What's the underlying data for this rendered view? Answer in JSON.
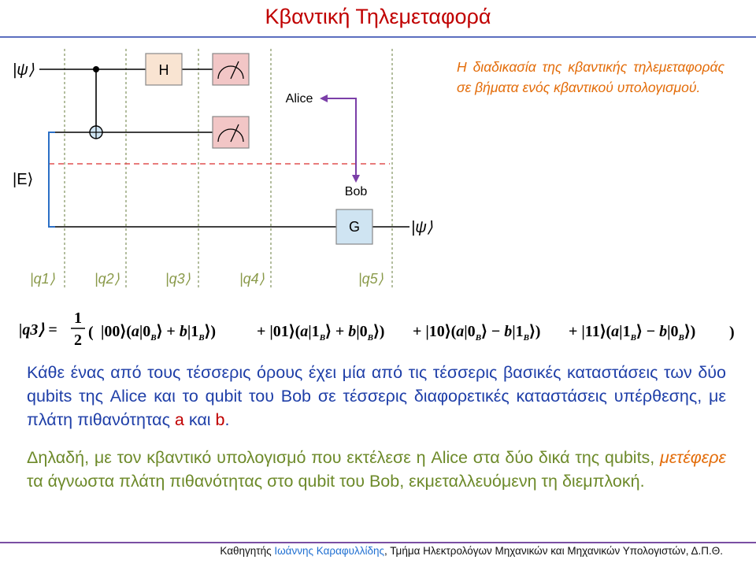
{
  "title": "Κβαντική Τηλεμεταφορά",
  "circuit": {
    "input_label": "|ψ⟩",
    "env_label": "|E⟩",
    "output_label": "|ψ⟩",
    "h_gate": "H",
    "g_gate": "G",
    "alice_label": "Alice",
    "bob_label": "Bob",
    "step_labels": [
      "|q1⟩",
      "|q2⟩",
      "|q3⟩",
      "|q4⟩",
      "|q5⟩"
    ],
    "colors": {
      "gate_fill": "#f9e4d2",
      "meter_fill": "#f2c6c6",
      "g_fill": "#cfe4f2",
      "wire": "#000000",
      "entangle": "#2b6fc6",
      "divider": "#e05050",
      "arrow": "#7b3fa8",
      "step_dash": "#8a9a6a",
      "step_text": "#8a9a4a"
    }
  },
  "description": "Η διαδικασία της κβαντικής τηλεμεταφοράς σε βήματα ενός κβαντικού υπολογισμού.",
  "equation": {
    "lhs": "|q3⟩ =",
    "fraction_num": "1",
    "fraction_den": "2",
    "terms": [
      {
        "ket": "00",
        "a_state": "0",
        "b_op": "+",
        "b_state": "1"
      },
      {
        "ket": "01",
        "a_state": "1",
        "b_op": "+",
        "b_state": "0"
      },
      {
        "ket": "10",
        "a_state": "0",
        "b_op": "−",
        "b_state": "1"
      },
      {
        "ket": "11",
        "a_state": "1",
        "b_op": "−",
        "b_state": "0"
      }
    ]
  },
  "paragraph1": {
    "text": "Κάθε ένας από τους τέσσερις όρους έχει μία από τις τέσσερις βασικές καταστάσεις των δύο qubits της Alice και το qubit του Bob σε τέσσερις διαφορετικές καταστάσεις υπέρθεσης, με πλάτη πιθανότητας ",
    "a": "a",
    "and": " και ",
    "b": "b",
    "end": "."
  },
  "paragraph2": {
    "before": "Δηλαδή, με τον κβαντικό υπολογισμό που εκτέλεσε η Alice στα δύο δικά της qubits, ",
    "highlight": "μετέφερε",
    "after": " τα άγνωστα πλάτη πιθανότητας στο qubit του Bob, εκμεταλλευόμενη τη διεμπλοκή."
  },
  "footer": {
    "prefix": "Καθηγητής ",
    "name": "Ιωάννης Καραφυλλίδης",
    "suffix": ", Τμήμα Ηλεκτρολόγων Μηχανικών και Μηχανικών Υπολογιστών, Δ.Π.Θ."
  }
}
